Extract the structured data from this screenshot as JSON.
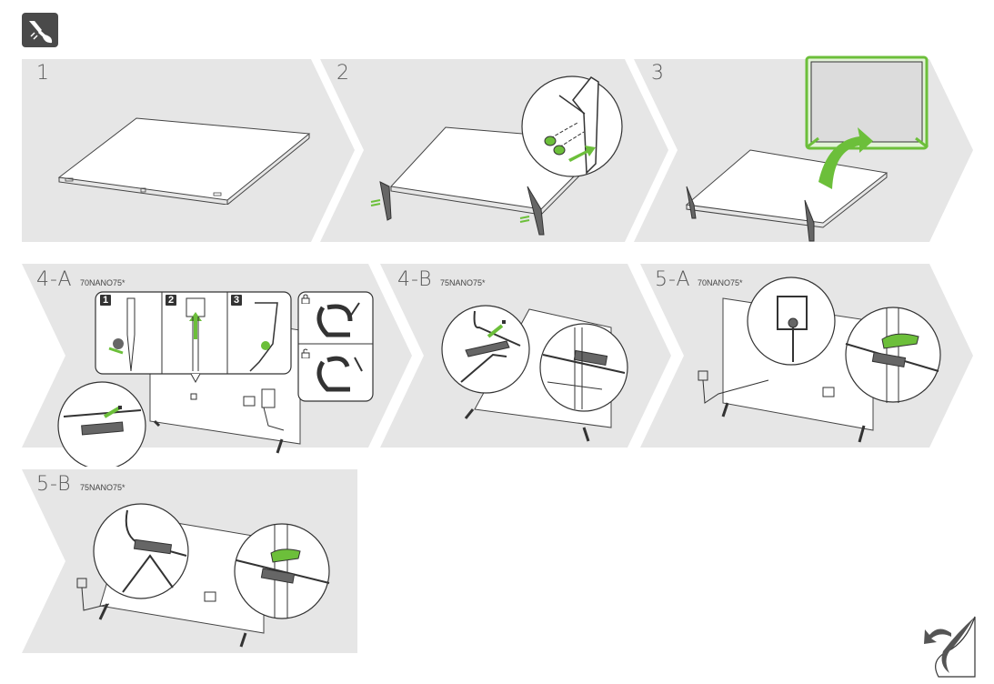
{
  "header": {
    "icon": "screwdriver-icon"
  },
  "steps": [
    {
      "id": "1",
      "label": "1",
      "model": ""
    },
    {
      "id": "2",
      "label": "2",
      "model": ""
    },
    {
      "id": "3",
      "label": "3",
      "model": ""
    },
    {
      "id": "4a",
      "label": "4-A",
      "model": "70NANO75*"
    },
    {
      "id": "4b",
      "label": "4-B",
      "model": "75NANO75*"
    },
    {
      "id": "5a",
      "label": "5-A",
      "model": "70NANO75*"
    },
    {
      "id": "5b",
      "label": "5-B",
      "model": "75NANO75*"
    }
  ],
  "substeps": [
    "1",
    "2",
    "3"
  ],
  "icons": {
    "page_turn": "page-curl-icon",
    "lock": "lock-icon",
    "unlock": "unlock-icon"
  },
  "colors": {
    "panel": "#e6e6e6",
    "accent": "#6cbf3a",
    "line": "#333333",
    "icon_bg": "#4a4a4a"
  }
}
